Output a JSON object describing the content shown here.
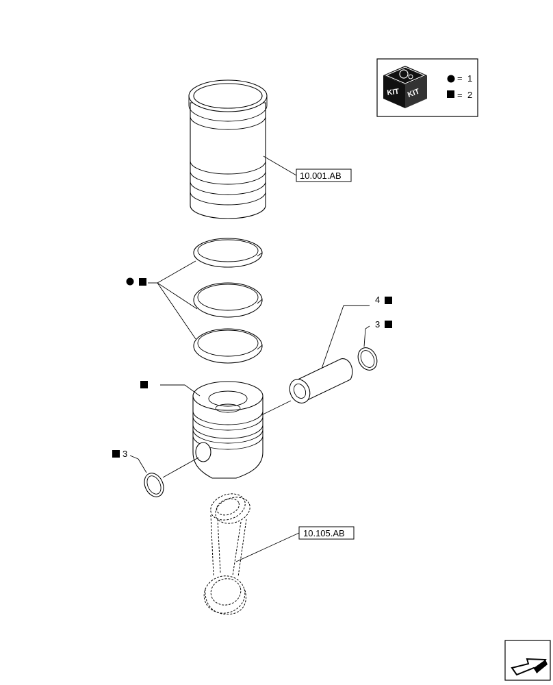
{
  "legend": {
    "circle_value": "1",
    "square_value": "2",
    "equals": "=",
    "kit_icon_label": "KIT"
  },
  "references": {
    "cylinder_liner": "10.001.AB",
    "connecting_rod": "10.105.AB"
  },
  "callouts": {
    "pin_number": "4",
    "circlip_right_number": "3",
    "circlip_left_number": "3"
  },
  "icons": {
    "kit": "kit-box-icon",
    "navigation": "next-page-arrow-icon"
  }
}
